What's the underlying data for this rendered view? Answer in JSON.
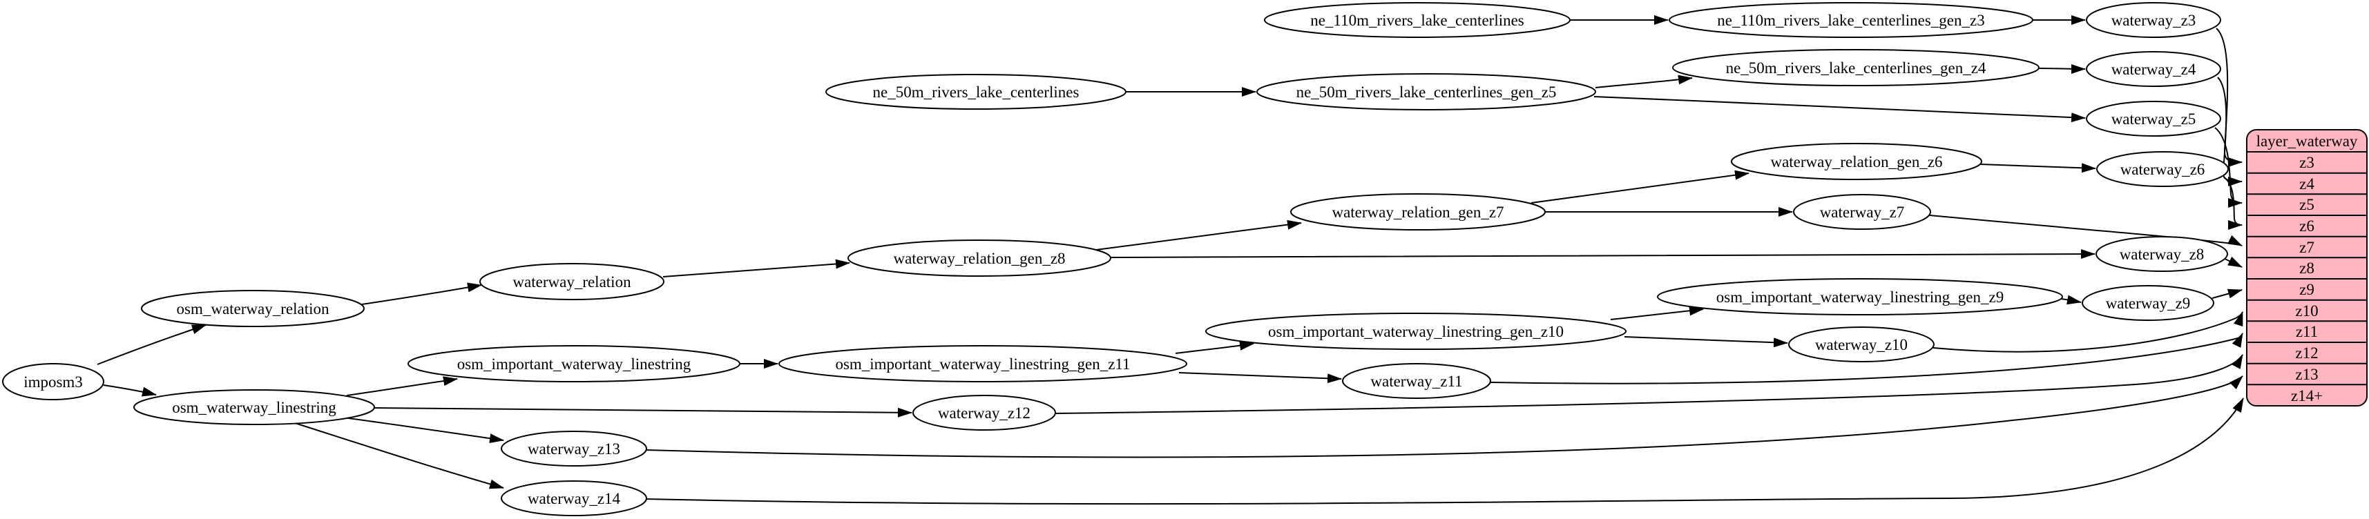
{
  "colors": {
    "background": "#ffffff",
    "node_fill": "#ffffff",
    "record_fill": "#ffb6c1",
    "stroke": "#000000",
    "text": "#000000"
  },
  "nodes": [
    {
      "id": "imposm3",
      "label": "imposm3"
    },
    {
      "id": "osm_waterway_relation",
      "label": "osm_waterway_relation"
    },
    {
      "id": "osm_waterway_linestring",
      "label": "osm_waterway_linestring"
    },
    {
      "id": "waterway_relation",
      "label": "waterway_relation"
    },
    {
      "id": "waterway_relation_gen_z8",
      "label": "waterway_relation_gen_z8"
    },
    {
      "id": "waterway_relation_gen_z7",
      "label": "waterway_relation_gen_z7"
    },
    {
      "id": "waterway_relation_gen_z6",
      "label": "waterway_relation_gen_z6"
    },
    {
      "id": "ne_110m_rivers_lake_centerlines",
      "label": "ne_110m_rivers_lake_centerlines"
    },
    {
      "id": "ne_110m_rivers_lake_centerlines_gen_z3",
      "label": "ne_110m_rivers_lake_centerlines_gen_z3"
    },
    {
      "id": "ne_50m_rivers_lake_centerlines",
      "label": "ne_50m_rivers_lake_centerlines"
    },
    {
      "id": "ne_50m_rivers_lake_centerlines_gen_z5",
      "label": "ne_50m_rivers_lake_centerlines_gen_z5"
    },
    {
      "id": "ne_50m_rivers_lake_centerlines_gen_z4",
      "label": "ne_50m_rivers_lake_centerlines_gen_z4"
    },
    {
      "id": "osm_important_waterway_linestring",
      "label": "osm_important_waterway_linestring"
    },
    {
      "id": "osm_important_waterway_linestring_gen_z11",
      "label": "osm_important_waterway_linestring_gen_z11"
    },
    {
      "id": "osm_important_waterway_linestring_gen_z10",
      "label": "osm_important_waterway_linestring_gen_z10"
    },
    {
      "id": "osm_important_waterway_linestring_gen_z9",
      "label": "osm_important_waterway_linestring_gen_z9"
    },
    {
      "id": "waterway_z3",
      "label": "waterway_z3"
    },
    {
      "id": "waterway_z4",
      "label": "waterway_z4"
    },
    {
      "id": "waterway_z5",
      "label": "waterway_z5"
    },
    {
      "id": "waterway_z6",
      "label": "waterway_z6"
    },
    {
      "id": "waterway_z7",
      "label": "waterway_z7"
    },
    {
      "id": "waterway_z8",
      "label": "waterway_z8"
    },
    {
      "id": "waterway_z9",
      "label": "waterway_z9"
    },
    {
      "id": "waterway_z10",
      "label": "waterway_z10"
    },
    {
      "id": "waterway_z11",
      "label": "waterway_z11"
    },
    {
      "id": "waterway_z12",
      "label": "waterway_z12"
    },
    {
      "id": "waterway_z13",
      "label": "waterway_z13"
    },
    {
      "id": "waterway_z14",
      "label": "waterway_z14"
    }
  ],
  "record": {
    "title": "layer_waterway",
    "rows": [
      "z3",
      "z4",
      "z5",
      "z6",
      "z7",
      "z8",
      "z9",
      "z10",
      "z11",
      "z12",
      "z13",
      "z14+"
    ]
  }
}
